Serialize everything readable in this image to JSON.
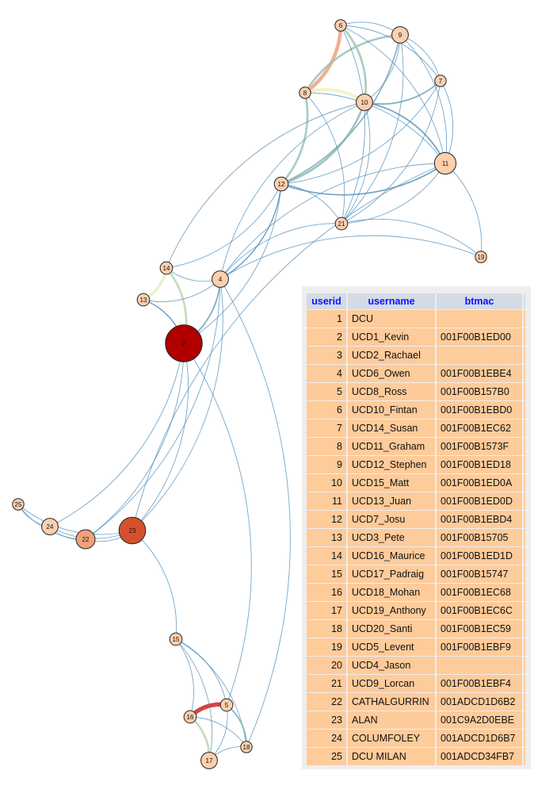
{
  "graph": {
    "nodes": [
      {
        "id": "6",
        "size": 1
      },
      {
        "id": "9",
        "size": 2
      },
      {
        "id": "7",
        "size": 1
      },
      {
        "id": "8",
        "size": 1
      },
      {
        "id": "10",
        "size": 2
      },
      {
        "id": "11",
        "size": 3
      },
      {
        "id": "12",
        "size": 1.5
      },
      {
        "id": "21",
        "size": 1.2
      },
      {
        "id": "19",
        "size": 1
      },
      {
        "id": "14",
        "size": 1.2
      },
      {
        "id": "4",
        "size": 2
      },
      {
        "id": "13",
        "size": 1.2
      },
      {
        "id": "2",
        "size": 6,
        "color": "#b00000"
      },
      {
        "id": "25",
        "size": 1
      },
      {
        "id": "24",
        "size": 2
      },
      {
        "id": "22",
        "size": 2.5,
        "color": "#f2a07c"
      },
      {
        "id": "23",
        "size": 4,
        "color": "#d6502e"
      },
      {
        "id": "15",
        "size": 1.2
      },
      {
        "id": "5",
        "size": 1.2
      },
      {
        "id": "16",
        "size": 1.2
      },
      {
        "id": "18",
        "size": 1
      },
      {
        "id": "17",
        "size": 2
      }
    ],
    "edges": [
      [
        "6",
        "8",
        5,
        "#eea27e"
      ],
      [
        "8",
        "10",
        4,
        "#eef2b8"
      ],
      [
        "14",
        "13",
        4,
        "#e6efb8"
      ],
      [
        "16",
        "5",
        6,
        "#d42020"
      ],
      [
        "8",
        "9",
        3,
        "#9cc4b4"
      ],
      [
        "8",
        "12",
        3,
        "#9cc4b4"
      ],
      [
        "6",
        "10",
        3,
        "#9cc4b4"
      ],
      [
        "14",
        "2",
        3,
        "#b8d8b0"
      ],
      [
        "16",
        "17",
        3,
        "#b8d8b0"
      ],
      [
        "10",
        "12",
        3,
        "#8cbcb4"
      ],
      [
        "9",
        "12",
        2,
        "#7aaabb"
      ],
      [
        "7",
        "10",
        2,
        "#6aa2bb"
      ],
      [
        "10",
        "11",
        2,
        "#5e98b8"
      ],
      [
        "11",
        "12",
        2,
        "#5e98b8"
      ],
      [
        "6",
        "9",
        1,
        "#4a8ab8"
      ],
      [
        "6",
        "7",
        1,
        "#4a8ab8"
      ],
      [
        "6",
        "11",
        1,
        "#4a8ab8"
      ],
      [
        "6",
        "21",
        1,
        "#4a8ab8"
      ],
      [
        "8",
        "11",
        1,
        "#4a8ab8"
      ],
      [
        "8",
        "21",
        1,
        "#4a8ab8"
      ],
      [
        "9",
        "7",
        1,
        "#4a8ab8"
      ],
      [
        "9",
        "10",
        1,
        "#4a8ab8"
      ],
      [
        "9",
        "11",
        1,
        "#4a8ab8"
      ],
      [
        "9",
        "21",
        1,
        "#4a8ab8"
      ],
      [
        "7",
        "11",
        1,
        "#4a8ab8"
      ],
      [
        "7",
        "12",
        1,
        "#4a8ab8"
      ],
      [
        "7",
        "21",
        1,
        "#4a8ab8"
      ],
      [
        "10",
        "21",
        1,
        "#4a8ab8"
      ],
      [
        "11",
        "21",
        1,
        "#4a8ab8"
      ],
      [
        "11",
        "19",
        1,
        "#4a8ab8"
      ],
      [
        "12",
        "4",
        1.5,
        "#4a8ab8"
      ],
      [
        "12",
        "21",
        1,
        "#4a8ab8"
      ],
      [
        "12",
        "2",
        1,
        "#4a8ab8"
      ],
      [
        "12",
        "14",
        1,
        "#4a8ab8"
      ],
      [
        "4",
        "2",
        2,
        "#6aa2bb"
      ],
      [
        "4",
        "14",
        1,
        "#4a8ab8"
      ],
      [
        "4",
        "13",
        1,
        "#4a8ab8"
      ],
      [
        "4",
        "11",
        1,
        "#4a8ab8"
      ],
      [
        "4",
        "10",
        1,
        "#4a8ab8"
      ],
      [
        "4",
        "21",
        1,
        "#4a8ab8"
      ],
      [
        "4",
        "23",
        1,
        "#4a8ab8"
      ],
      [
        "4",
        "22",
        1,
        "#4a8ab8"
      ],
      [
        "4",
        "18",
        1,
        "#4a8ab8"
      ],
      [
        "4",
        "19",
        1,
        "#4a8ab8"
      ],
      [
        "13",
        "2",
        1.5,
        "#4a8ab8"
      ],
      [
        "2",
        "23",
        1,
        "#4a8ab8"
      ],
      [
        "2",
        "22",
        1,
        "#4a8ab8"
      ],
      [
        "2",
        "24",
        1,
        "#4a8ab8"
      ],
      [
        "23",
        "22",
        1,
        "#4a8ab8"
      ],
      [
        "23",
        "24",
        1,
        "#4a8ab8"
      ],
      [
        "23",
        "25",
        1,
        "#4a8ab8"
      ],
      [
        "22",
        "24",
        1,
        "#4a8ab8"
      ],
      [
        "22",
        "25",
        1,
        "#4a8ab8"
      ],
      [
        "24",
        "25",
        1,
        "#4a8ab8"
      ],
      [
        "23",
        "15",
        1,
        "#4a8ab8"
      ],
      [
        "23",
        "11",
        1,
        "#4a8ab8"
      ],
      [
        "15",
        "5",
        1,
        "#4a8ab8"
      ],
      [
        "15",
        "16",
        1,
        "#4a8ab8"
      ],
      [
        "15",
        "18",
        1,
        "#4a8ab8"
      ],
      [
        "15",
        "17",
        1,
        "#4a8ab8"
      ],
      [
        "16",
        "18",
        1,
        "#4a8ab8"
      ],
      [
        "5",
        "18",
        2,
        "#7aaabb"
      ],
      [
        "5",
        "17",
        1,
        "#4a8ab8"
      ],
      [
        "17",
        "18",
        1,
        "#4a8ab8"
      ],
      [
        "2",
        "5",
        1,
        "#4a8ab8"
      ],
      [
        "14",
        "10",
        1,
        "#4a8ab8"
      ],
      [
        "21",
        "19",
        1,
        "#4a8ab8"
      ]
    ]
  },
  "table": {
    "headers": [
      "userid",
      "username",
      "btmac"
    ],
    "rows": [
      [
        "1",
        "DCU",
        ""
      ],
      [
        "2",
        "UCD1_Kevin",
        "001F00B1ED00"
      ],
      [
        "3",
        "UCD2_Rachael",
        ""
      ],
      [
        "4",
        "UCD6_Owen",
        "001F00B1EBE4"
      ],
      [
        "5",
        "UCD8_Ross",
        "001F00B157B0"
      ],
      [
        "6",
        "UCD10_Fintan",
        "001F00B1EBD0"
      ],
      [
        "7",
        "UCD14_Susan",
        "001F00B1EC62"
      ],
      [
        "8",
        "UCD11_Graham",
        "001F00B1573F"
      ],
      [
        "9",
        "UCD12_Stephen",
        "001F00B1ED18"
      ],
      [
        "10",
        "UCD15_Matt",
        "001F00B1ED0A"
      ],
      [
        "11",
        "UCD13_Juan",
        "001F00B1ED0D"
      ],
      [
        "12",
        "UCD7_Josu",
        "001F00B1EBD4"
      ],
      [
        "13",
        "UCD3_Pete",
        "001F00B15705"
      ],
      [
        "14",
        "UCD16_Maurice",
        "001F00B1ED1D"
      ],
      [
        "15",
        "UCD17_Padraig",
        "001F00B15747"
      ],
      [
        "16",
        "UCD18_Mohan",
        "001F00B1EC68"
      ],
      [
        "17",
        "UCD19_Anthony",
        "001F00B1EC6C"
      ],
      [
        "18",
        "UCD20_Santi",
        "001F00B1EC59"
      ],
      [
        "19",
        "UCD5_Levent",
        "001F00B1EBF9"
      ],
      [
        "20",
        "UCD4_Jason",
        ""
      ],
      [
        "21",
        "UCD9_Lorcan",
        "001F00B1EBF4"
      ],
      [
        "22",
        "CATHALGURRIN",
        "001ADCD1D6B2"
      ],
      [
        "23",
        "ALAN",
        "001C9A2D0EBE"
      ],
      [
        "24",
        "COLUMFOLEY",
        "001ADCD1D6B7"
      ],
      [
        "25",
        "DCU MILAN",
        "001ADCD34FB7"
      ]
    ]
  }
}
